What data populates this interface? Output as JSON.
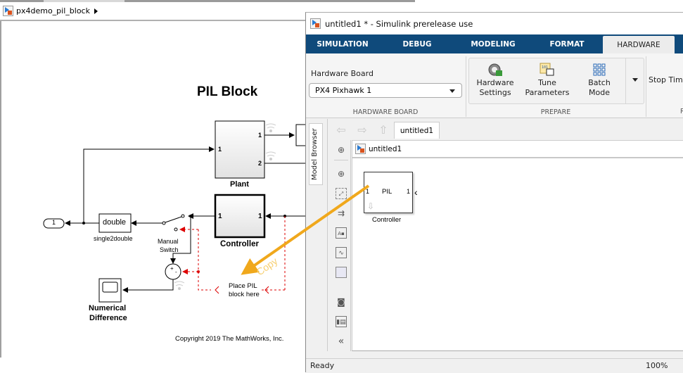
{
  "background_window": {
    "breadcrumb": "px4demo_pil_block",
    "diagram": {
      "title": "PIL Block",
      "blocks": {
        "plant": {
          "label": "Plant",
          "in_port": "1",
          "out_ports": [
            "1",
            "2"
          ]
        },
        "controller": {
          "label": "Controller",
          "in_port": "1",
          "out_port": "1"
        },
        "single2double": {
          "text": "double",
          "label": "single2double"
        },
        "outport": {
          "text": "1"
        },
        "manual_switch": {
          "label_line1": "Manual",
          "label_line2": "Switch"
        },
        "sum": {
          "plus": "+",
          "minus": "-"
        },
        "scope": {
          "label_line1": "Numerical",
          "label_line2": "Difference"
        }
      },
      "placeholder_line1": "Place PIL",
      "placeholder_line2": "block here",
      "copyright": "Copyright 2019 The MathWorks, Inc."
    }
  },
  "foreground_window": {
    "title": "untitled1 * - Simulink prerelease use",
    "tabs": [
      {
        "label": "SIMULATION",
        "active": false
      },
      {
        "label": "DEBUG",
        "active": false
      },
      {
        "label": "MODELING",
        "active": false
      },
      {
        "label": "FORMAT",
        "active": false
      },
      {
        "label": "HARDWARE",
        "active": true
      }
    ],
    "ribbon": {
      "hardware_board_label": "Hardware Board",
      "hardware_board_value": "PX4 Pixhawk 1",
      "hardware_board_section": "HARDWARE BOARD",
      "prepare_section": "PREPARE",
      "buttons": [
        {
          "line1": "Hardware",
          "line2": "Settings",
          "icon": "gear-chip-icon"
        },
        {
          "line1": "Tune",
          "line2": "Parameters",
          "icon": "tune-parameters-icon"
        },
        {
          "line1": "Batch",
          "line2": "Mode",
          "icon": "batch-mode-icon"
        }
      ],
      "stop_time_label": "Stop Time",
      "next_section_partial": "R"
    },
    "model_browser_label": "Model Browser",
    "model_tab": "untitled1",
    "canvas_breadcrumb": "untitled1",
    "pil_block": {
      "text": "PIL",
      "in_port": "1",
      "out_port": "1",
      "caption": "Controller"
    },
    "copy_annotation": "Copy",
    "status": {
      "left": "Ready",
      "zoom": "100%"
    },
    "colors": {
      "tab_bar": "#0f4a7b",
      "copy_arrow": "#f0a81c"
    }
  }
}
